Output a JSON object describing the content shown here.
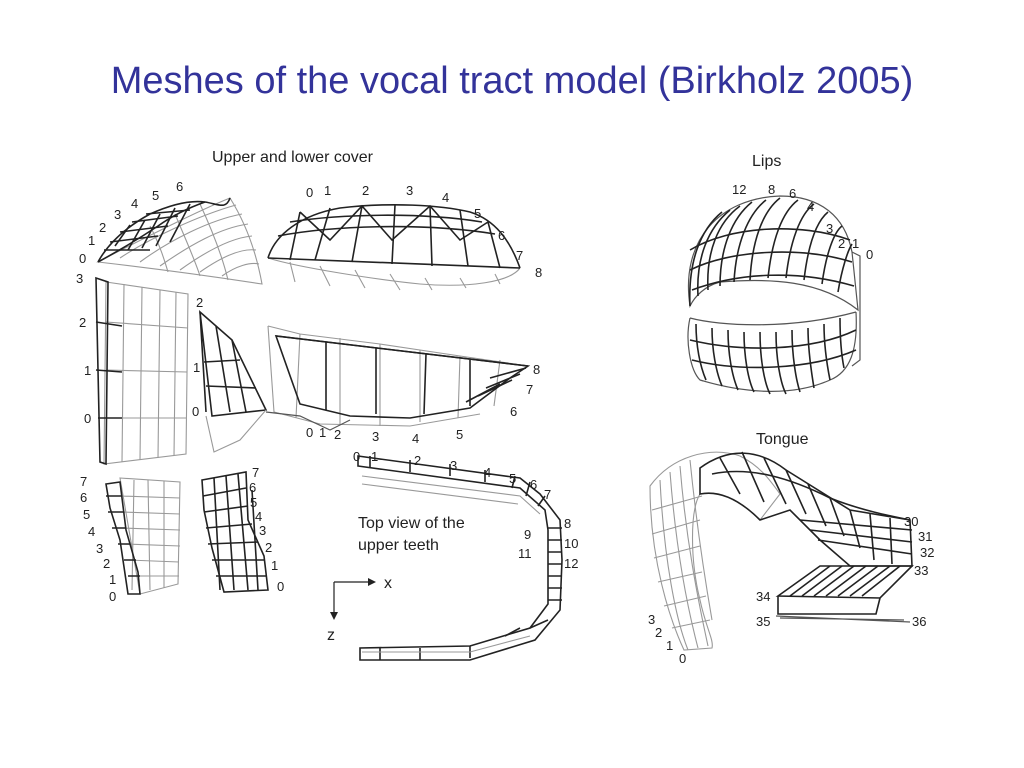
{
  "title": "Meshes of the vocal tract model (Birkholz 2005)",
  "captions": {
    "upper_lower_cover": "Upper and lower cover",
    "lips": "Lips",
    "tongue": "Tongue",
    "teeth_line1": "Top view of the",
    "teeth_line2": "upper teeth",
    "axis_x": "x",
    "axis_z": "z"
  },
  "labels": {
    "cover_tl": [
      "0",
      "1",
      "2",
      "3",
      "4",
      "5",
      "6"
    ],
    "cover_tr": [
      "0",
      "1",
      "2",
      "3",
      "4",
      "5",
      "6",
      "7",
      "8"
    ],
    "cover_ml": [
      "3",
      "2",
      "1",
      "0"
    ],
    "cover_mc": [
      "2",
      "1",
      "0"
    ],
    "cover_mr": [
      "0",
      "1",
      "2",
      "3",
      "4",
      "5",
      "6",
      "7",
      "8"
    ],
    "cover_bl": [
      "7",
      "6",
      "5",
      "4",
      "3",
      "2",
      "1",
      "0"
    ],
    "cover_bc": [
      "7",
      "6",
      "5",
      "4",
      "3",
      "2",
      "1",
      "0"
    ],
    "teeth": [
      "0",
      "1",
      "2",
      "3",
      "4",
      "5",
      "6",
      "7",
      "8",
      "9",
      "10",
      "11",
      "12"
    ],
    "lips": [
      "12",
      "8",
      "6",
      "4",
      "3",
      "2",
      "1",
      "0"
    ],
    "tongue_right": [
      "30",
      "31",
      "32",
      "33",
      "34",
      "35",
      "36"
    ],
    "tongue_left": [
      "3",
      "2",
      "1",
      "0"
    ]
  }
}
